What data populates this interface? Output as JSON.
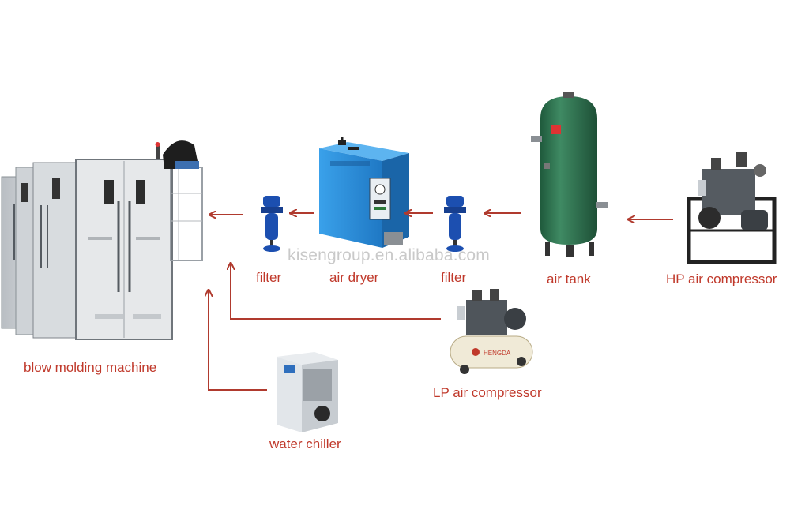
{
  "labels": {
    "blow_molding_machine": "blow molding machine",
    "filter_left": "filter",
    "air_dryer": "air dryer",
    "filter_right": "filter",
    "air_tank": "air tank",
    "hp_air_compressor": "HP air compressor",
    "lp_air_compressor": "LP air compressor",
    "water_chiller": "water chiller"
  },
  "watermark": "kisengroup.en.alibaba.com",
  "compressor_brand_text": "HENGDA",
  "colors": {
    "label": "#c0392b",
    "arrow": "#b03a2e",
    "dryer_blue": "#2f8fdc",
    "filter_blue": "#1c4fb0",
    "tank_green": "#2f6e4e",
    "machine_gray": "#dcdfe2"
  }
}
